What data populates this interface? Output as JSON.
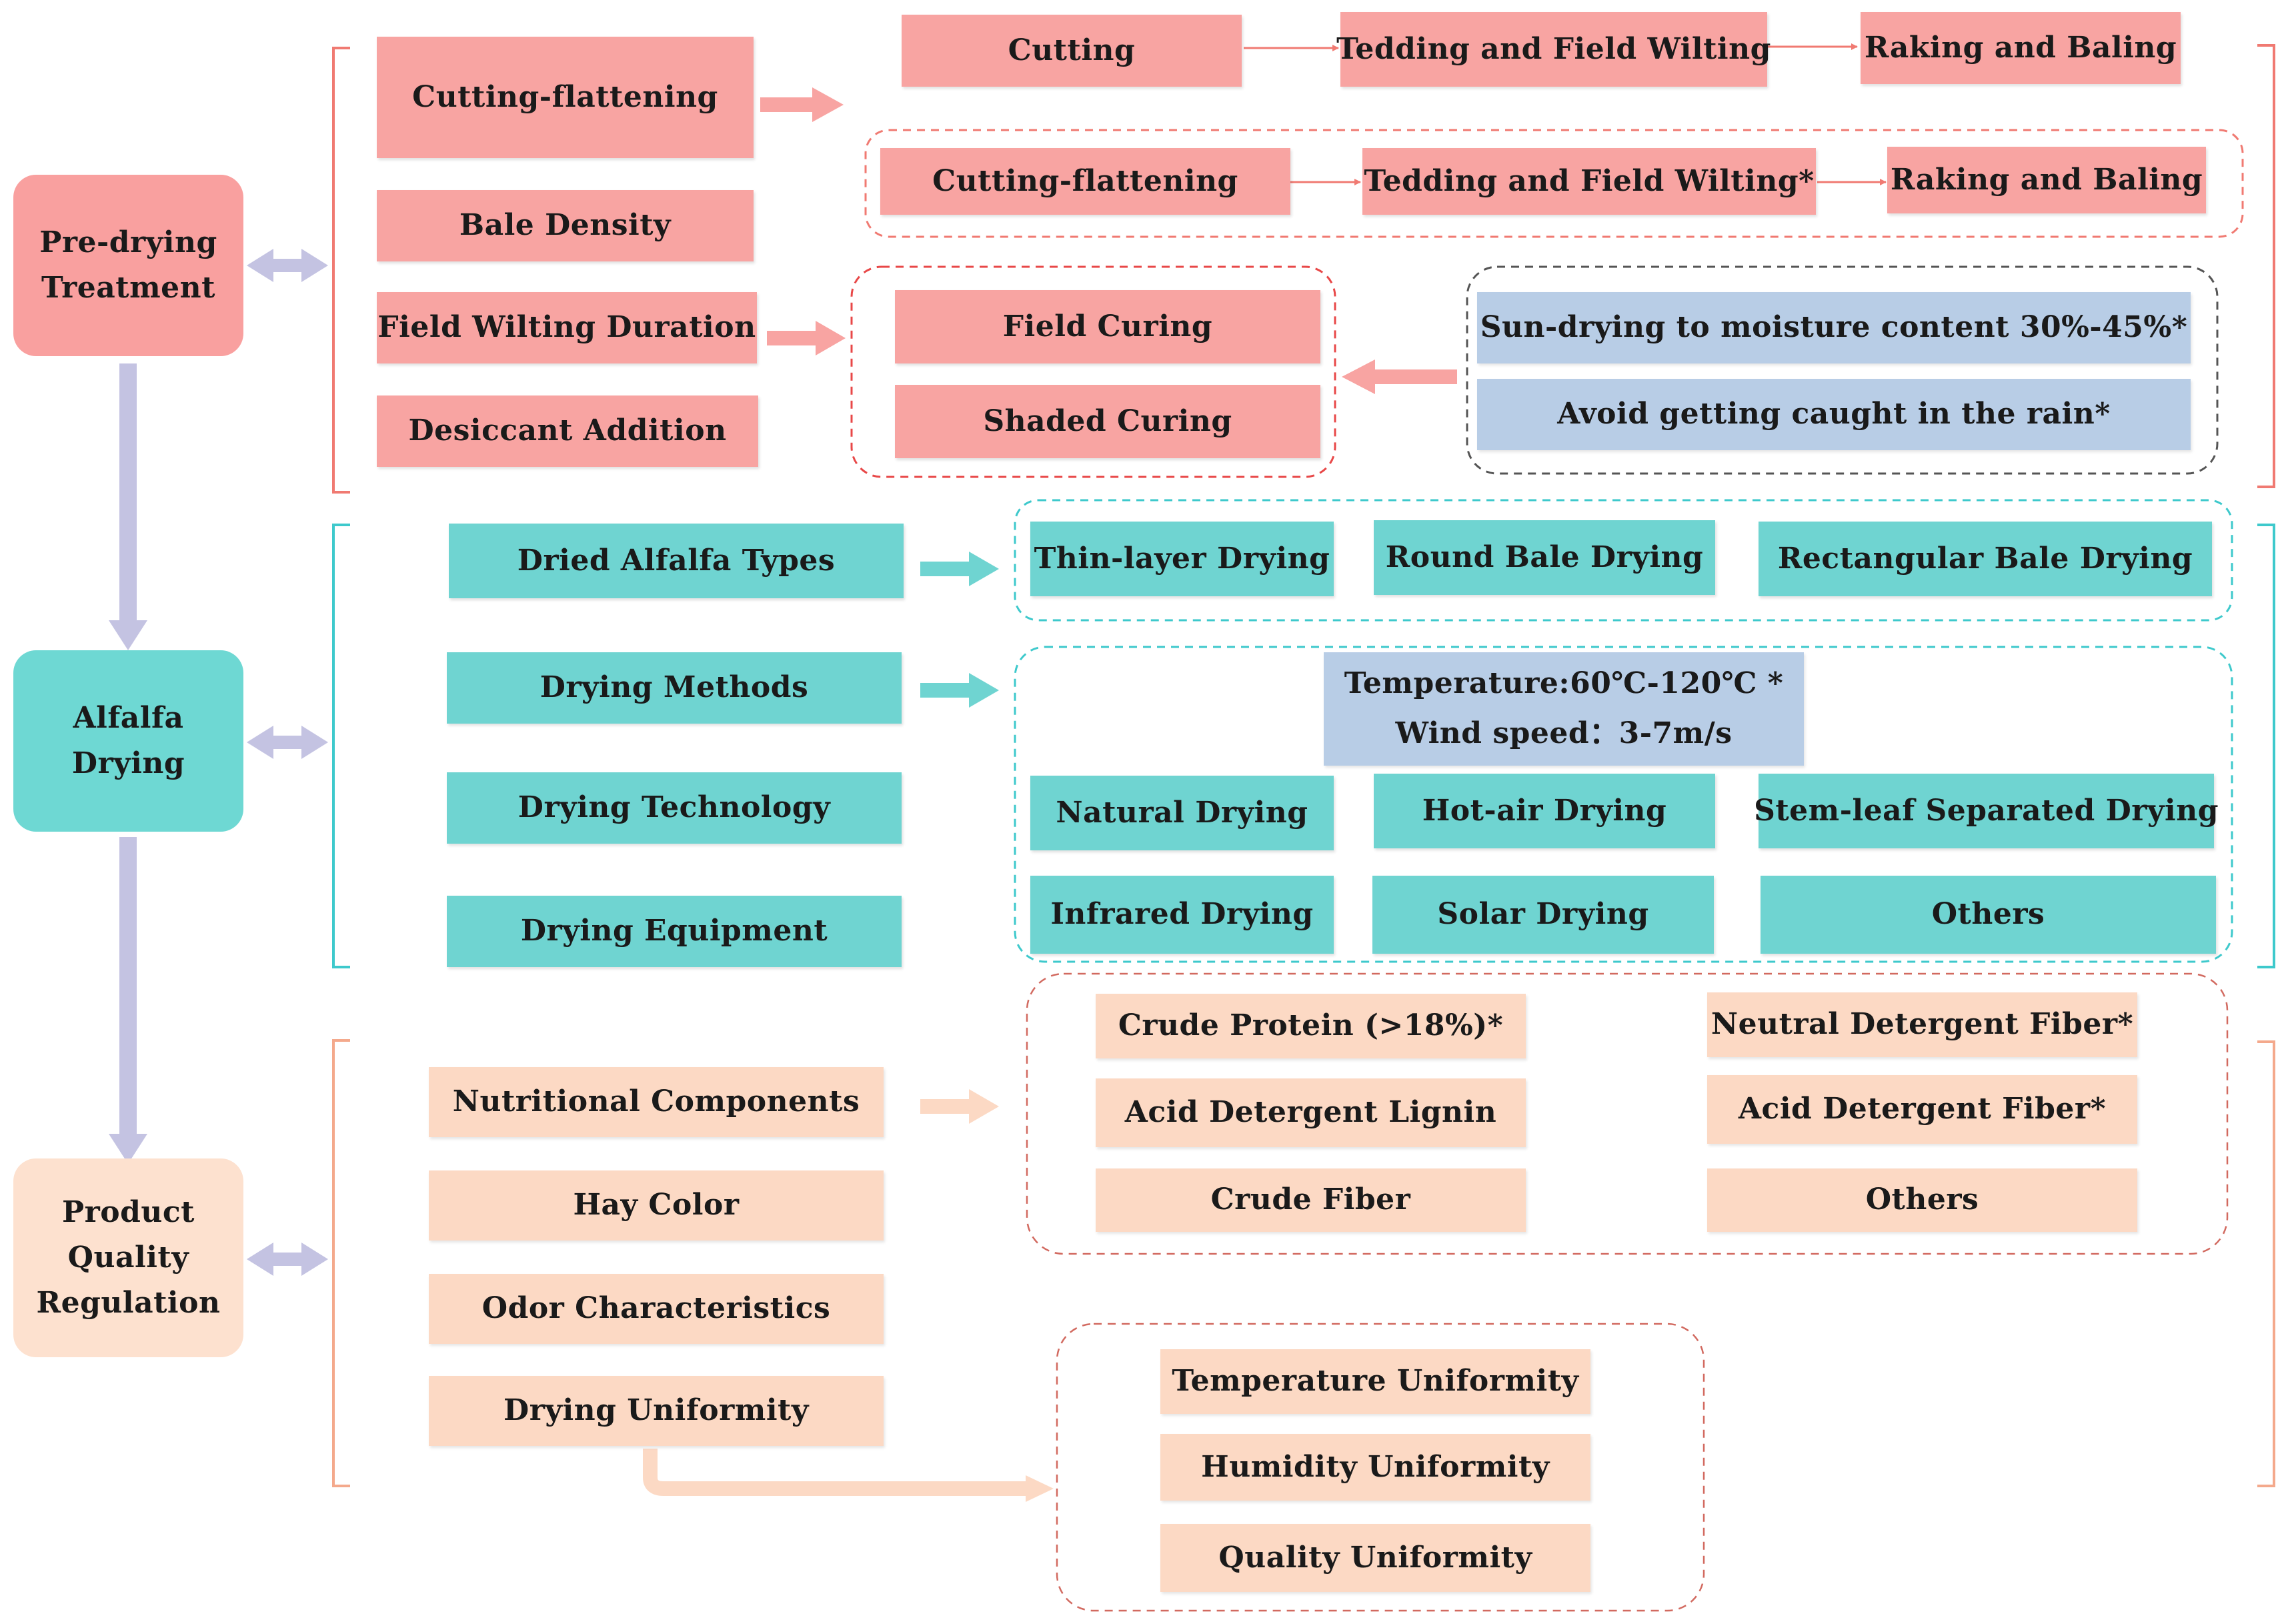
{
  "main_stages": {
    "pre_drying": "Pre-drying Treatment",
    "alfalfa_drying": "Alfalfa Drying",
    "quality_regulation": "Product Quality Regulation"
  },
  "pre_drying": {
    "factors": [
      "Cutting-flattening",
      "Bale Density",
      "Field Wilting Duration",
      "Desiccant Addition"
    ],
    "route_a": [
      "Cutting",
      "Tedding and Field Wilting",
      "Raking and Baling"
    ],
    "route_b": [
      "Cutting-flattening",
      "Tedding and Field Wilting*",
      "Raking and Baling"
    ],
    "curing": [
      "Field Curing",
      "Shaded Curing"
    ],
    "conditions": [
      "Sun-drying to moisture content 30%-45%*",
      "Avoid getting caught in the rain*"
    ]
  },
  "drying": {
    "factors": [
      "Dried Alfalfa Types",
      "Drying Methods",
      "Drying Technology",
      "Drying Equipment"
    ],
    "types": [
      "Thin-layer Drying",
      "Round Bale Drying",
      "Rectangular Bale Drying"
    ],
    "parameters": {
      "temperature": "Temperature:60℃-120℃ *",
      "wind": "Wind speed：3-7m/s"
    },
    "methods": [
      "Natural Drying",
      "Hot-air Drying",
      "Stem-leaf Separated Drying",
      "Infrared Drying",
      "Solar Drying",
      "Others"
    ]
  },
  "quality": {
    "factors": [
      "Nutritional Components",
      "Hay Color",
      "Odor Characteristics",
      "Drying Uniformity"
    ],
    "nutrients_left": [
      "Crude Protein (>18%)*",
      "Acid Detergent Lignin",
      "Crude Fiber"
    ],
    "nutrients_right": [
      "Neutral Detergent Fiber*",
      "Acid Detergent Fiber*",
      "Others"
    ],
    "uniformity": [
      "Temperature Uniformity",
      "Humidity Uniformity",
      "Quality Uniformity"
    ]
  },
  "colors": {
    "pink": "#f8a4a2",
    "teal": "#6fd4d1",
    "peach": "#fcd9c4",
    "blue": "#b8cde6",
    "lavender_arrow": "#c4c3e2",
    "pink_line": "#f07a72",
    "teal_line": "#3ec9cc",
    "peach_line": "#f4a98c"
  }
}
